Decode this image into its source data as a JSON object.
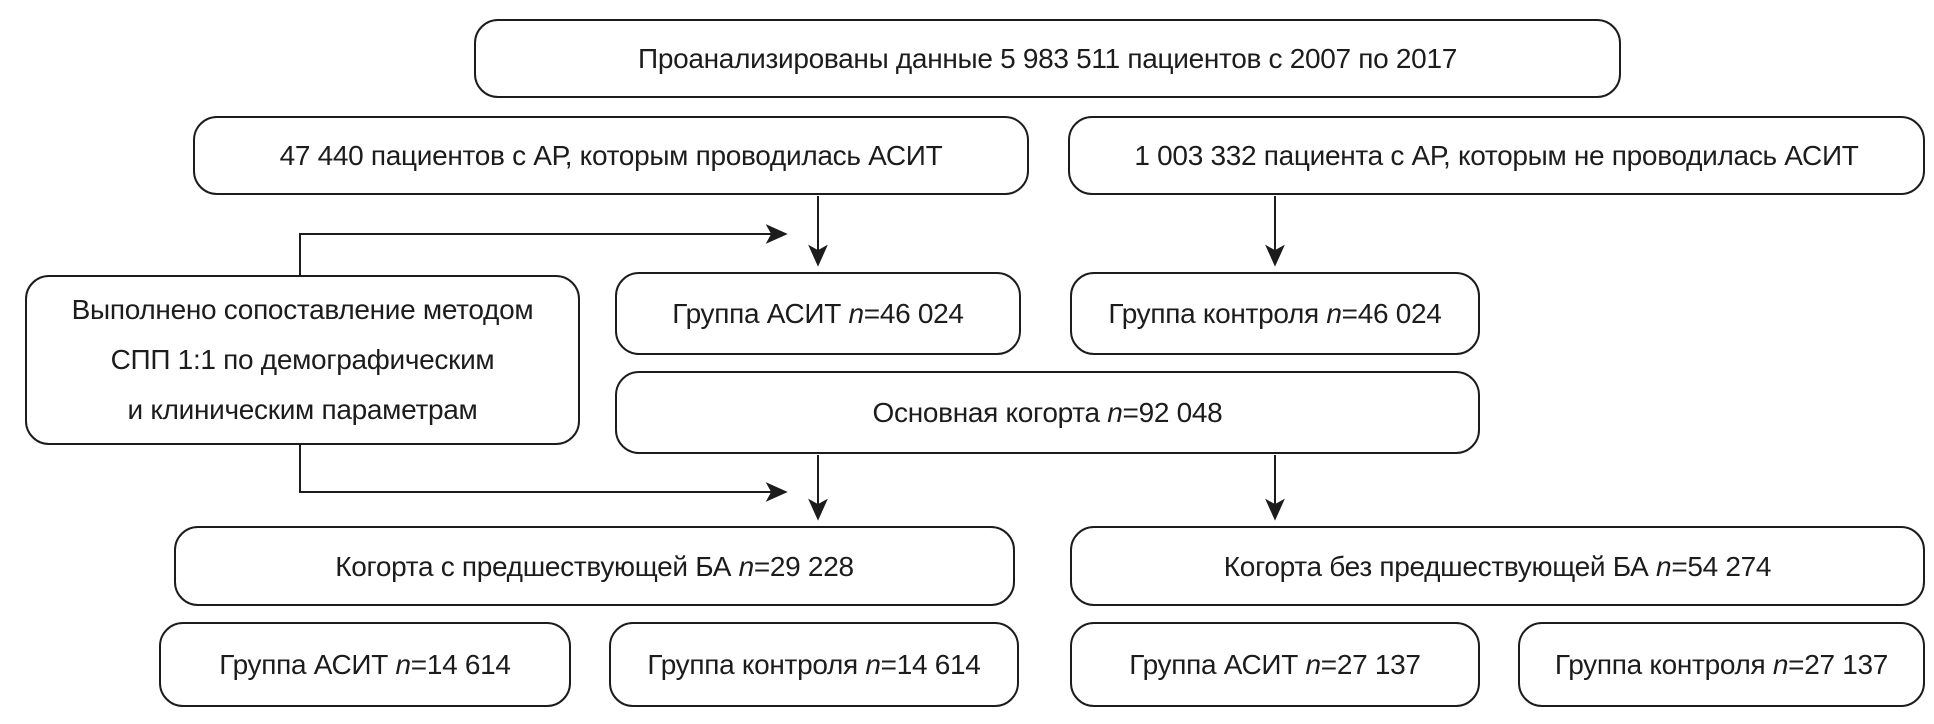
{
  "colors": {
    "background": "#ffffff",
    "line": "#1c1c1c",
    "text": "#1c1c1c"
  },
  "nodes": {
    "analyzed": {
      "text": "Проанализированы данные 5 983 511 пациентов с 2007 по 2017"
    },
    "ar_with_asit": {
      "text": "47 440 пациентов с АР, которым проводилась АСИТ"
    },
    "ar_without_asit": {
      "text": "1 003 332 пациента с АР, которым не проводилась АСИТ"
    },
    "matching": {
      "lines": [
        "Выполнено сопоставление методом",
        "СПП 1:1 по демографическим",
        "и клиническим параметрам"
      ]
    },
    "asit_group_main": {
      "text": "Группа АСИТ ",
      "n": "n",
      "value": "=46 024"
    },
    "control_group_main": {
      "text": "Группа контроля ",
      "n": "n",
      "value": "=46 024"
    },
    "main_cohort": {
      "text": "Основная когорта ",
      "n": "n",
      "value": "=92 048"
    },
    "cohort_with_ba": {
      "text": "Когорта с предшествующей БА ",
      "n": "n",
      "value": "=29 228"
    },
    "cohort_without_ba": {
      "text": "Когорта без предшествующей БА ",
      "n": "n",
      "value": "=54 274"
    },
    "asit_group_ba": {
      "text": "Группа АСИТ ",
      "n": "n",
      "value": "=14 614"
    },
    "control_group_ba": {
      "text": "Группа контроля ",
      "n": "n",
      "value": "=14 614"
    },
    "asit_group_noba": {
      "text": "Группа АСИТ ",
      "n": "n",
      "value": "=27 137"
    },
    "control_group_noba": {
      "text": "Группа контроля ",
      "n": "n",
      "value": "=27 137"
    }
  }
}
